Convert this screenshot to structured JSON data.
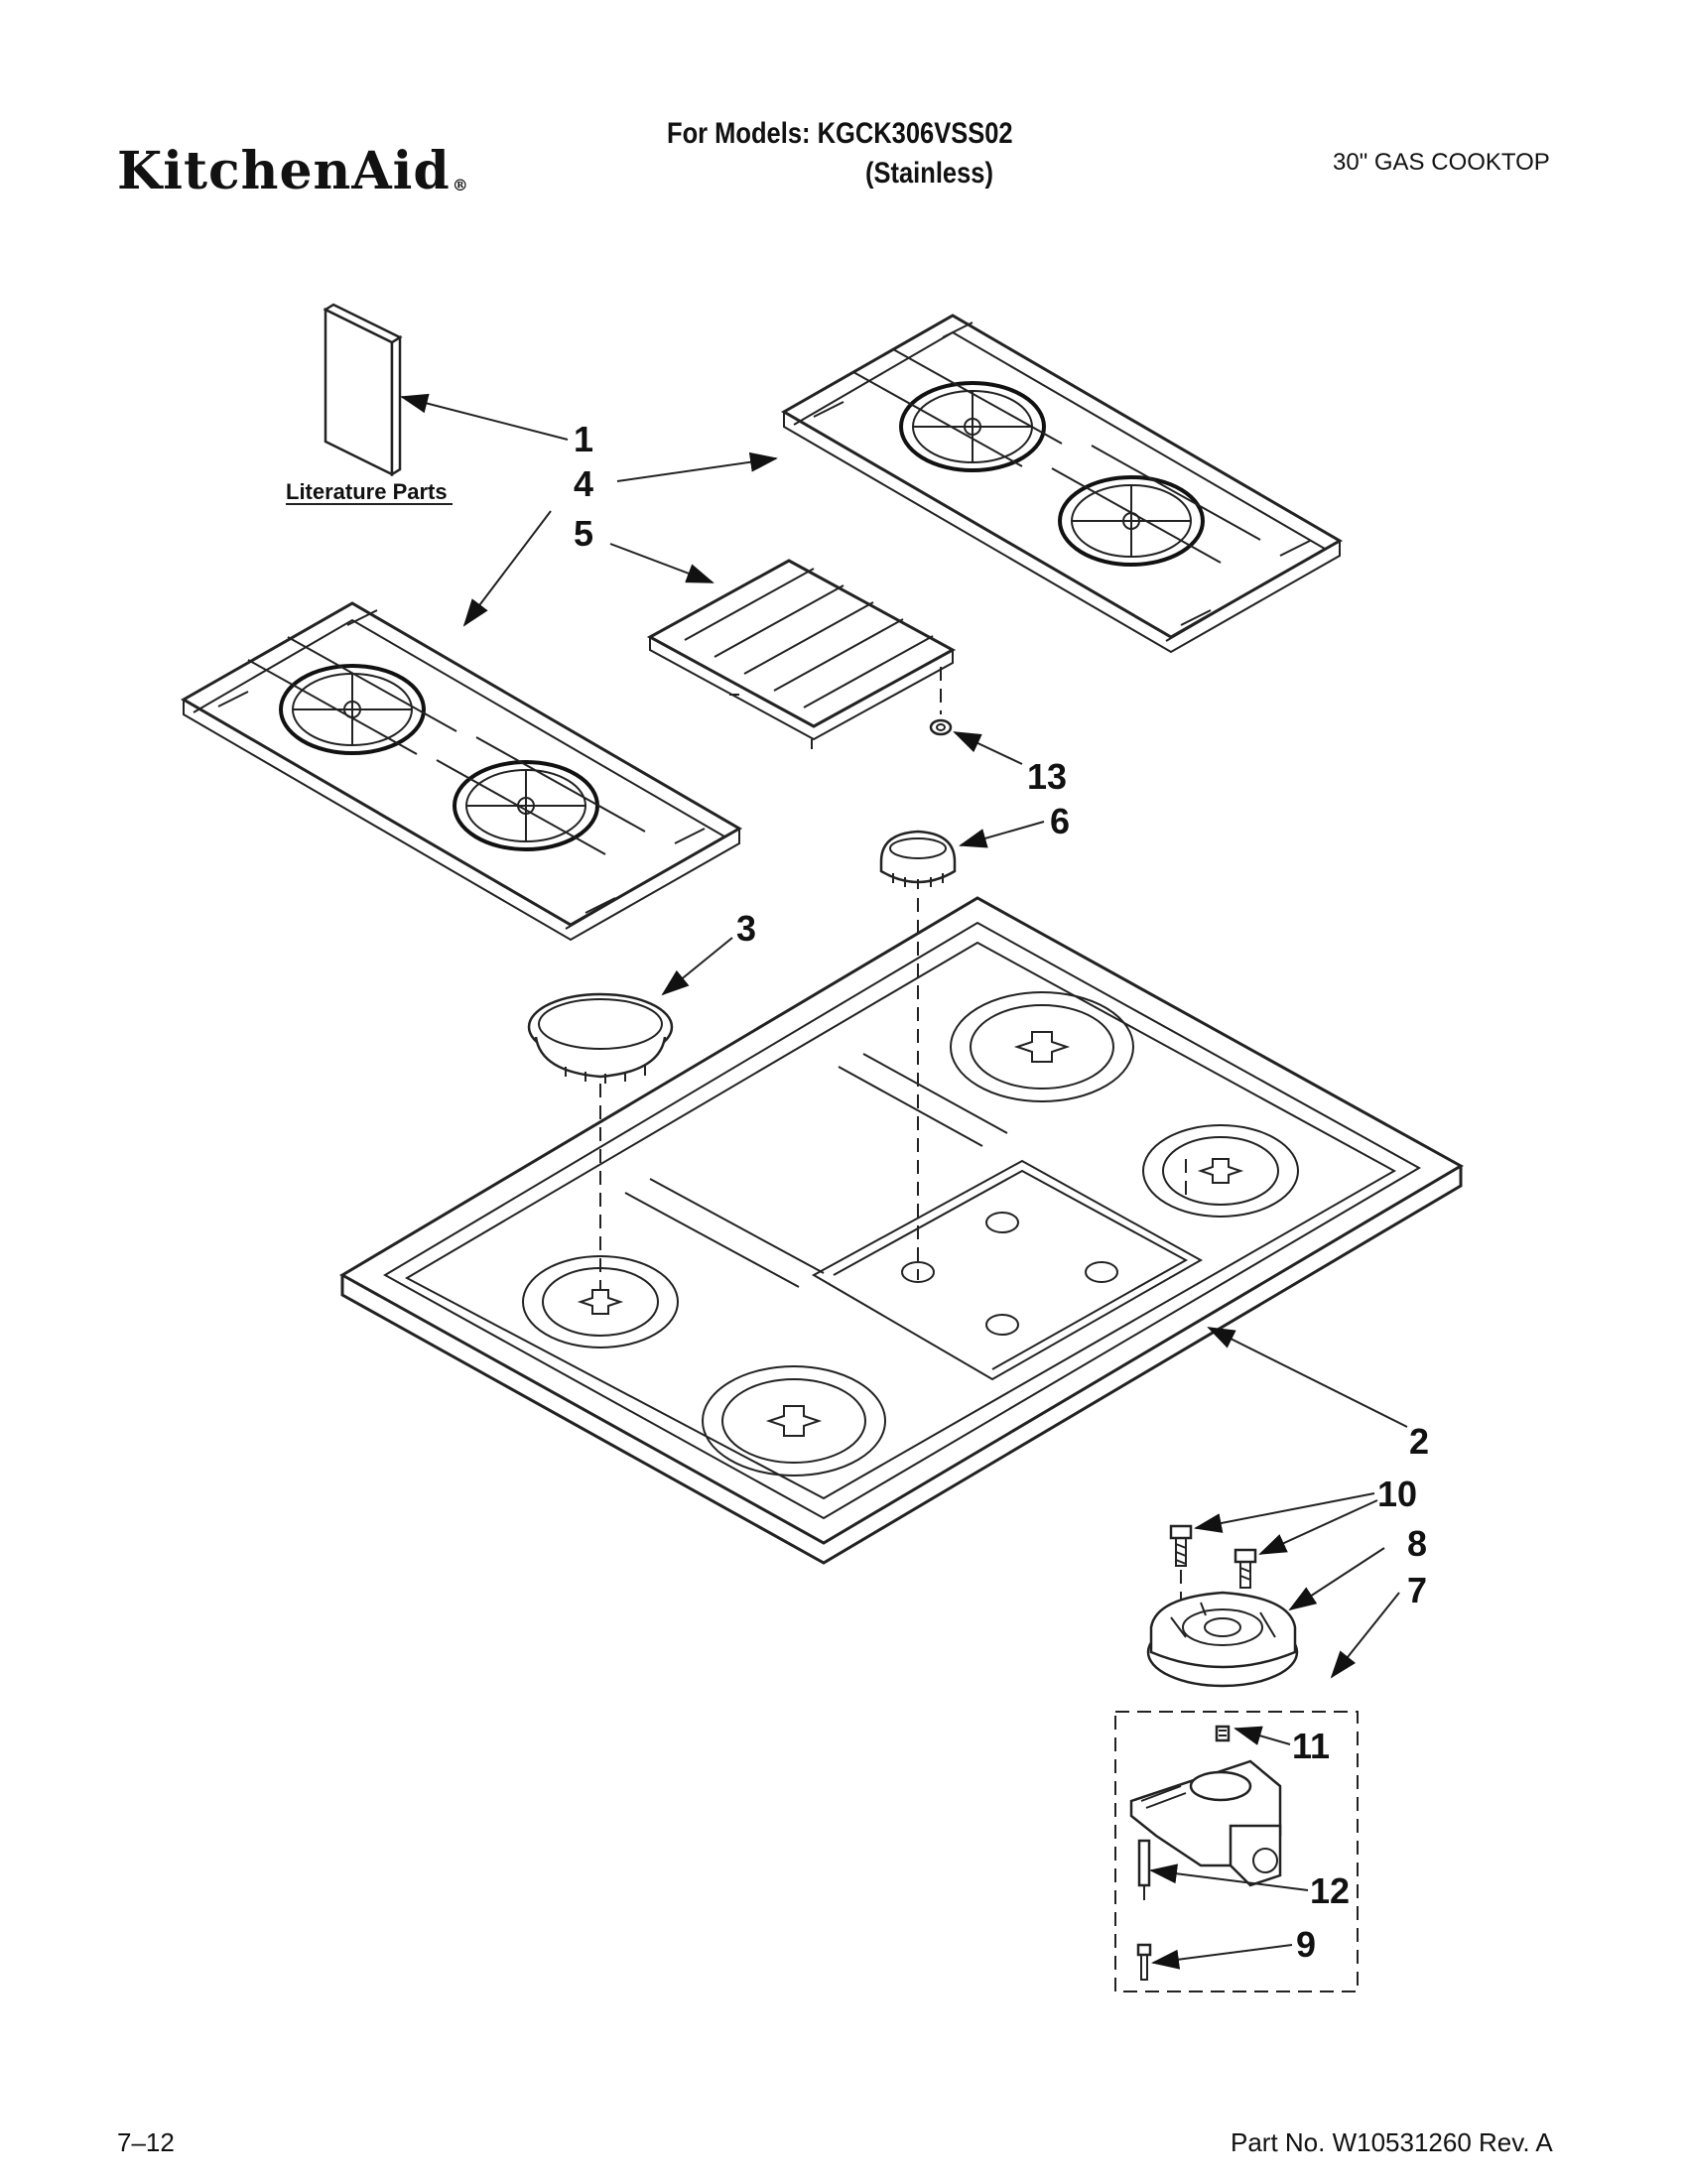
{
  "header": {
    "brand": "KitchenAid",
    "models_line": "For Models: KGCK306VSS02",
    "variant": "(Stainless)",
    "product": "30\" GAS COOKTOP"
  },
  "diagram": {
    "literature_label": "Literature Parts",
    "callouts": [
      "1",
      "4",
      "5",
      "13",
      "6",
      "3",
      "2",
      "10",
      "8",
      "7",
      "11",
      "12",
      "9"
    ]
  },
  "footer": {
    "page": "7–12",
    "part_number": "Part No. W10531260 Rev. A"
  }
}
